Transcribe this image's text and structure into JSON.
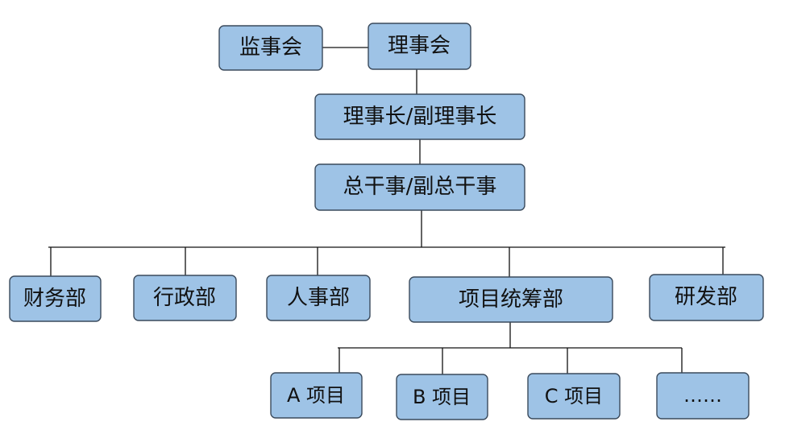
{
  "chart": {
    "top": {
      "supervisors": "监事会",
      "council": "理事会"
    },
    "leadership": {
      "chairman": "理事长/副理事长",
      "secretary_general": "总干事/副总干事"
    },
    "departments": [
      "财务部",
      "行政部",
      "人事部",
      "项目统筹部",
      "研发部"
    ],
    "projects": [
      "A 项目",
      "B 项目",
      "C 项目",
      "……"
    ]
  },
  "colors": {
    "box_fill": "#9ec3e6",
    "box_border": "#3a4a5c",
    "line": "#111111"
  }
}
